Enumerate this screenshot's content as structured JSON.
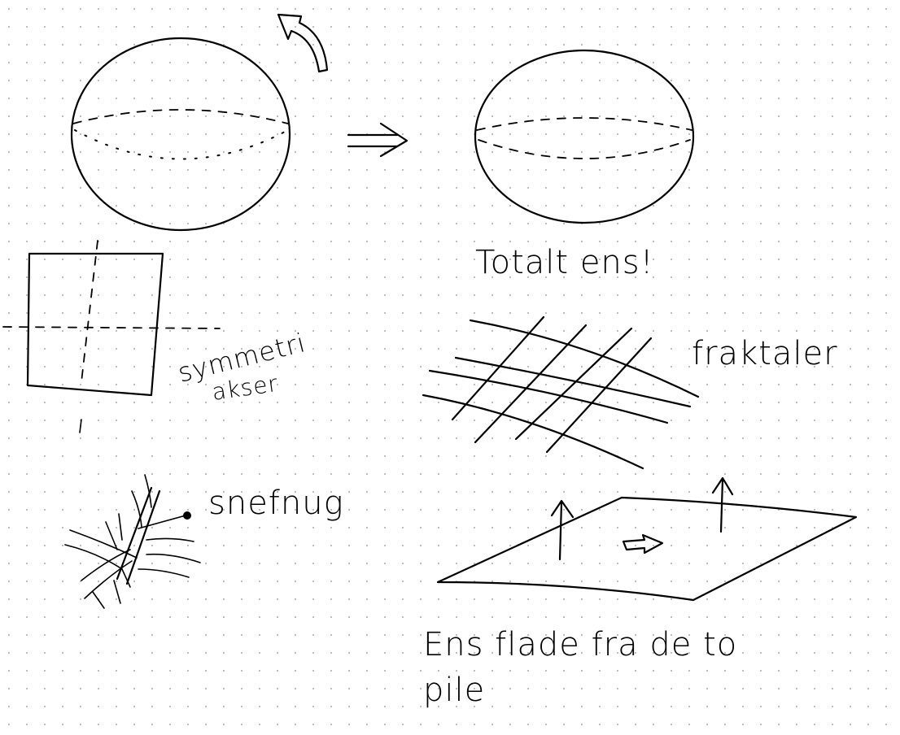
{
  "notes": {
    "total_same": "Totalt ens!",
    "symmetry_axes_line1": "symmetri",
    "symmetry_axes_line2": "akser",
    "fractals": "fraktaler",
    "snowflake": "snefnug",
    "same_surface_line1": "Ens flade fra de to",
    "same_surface_line2": "pile"
  }
}
